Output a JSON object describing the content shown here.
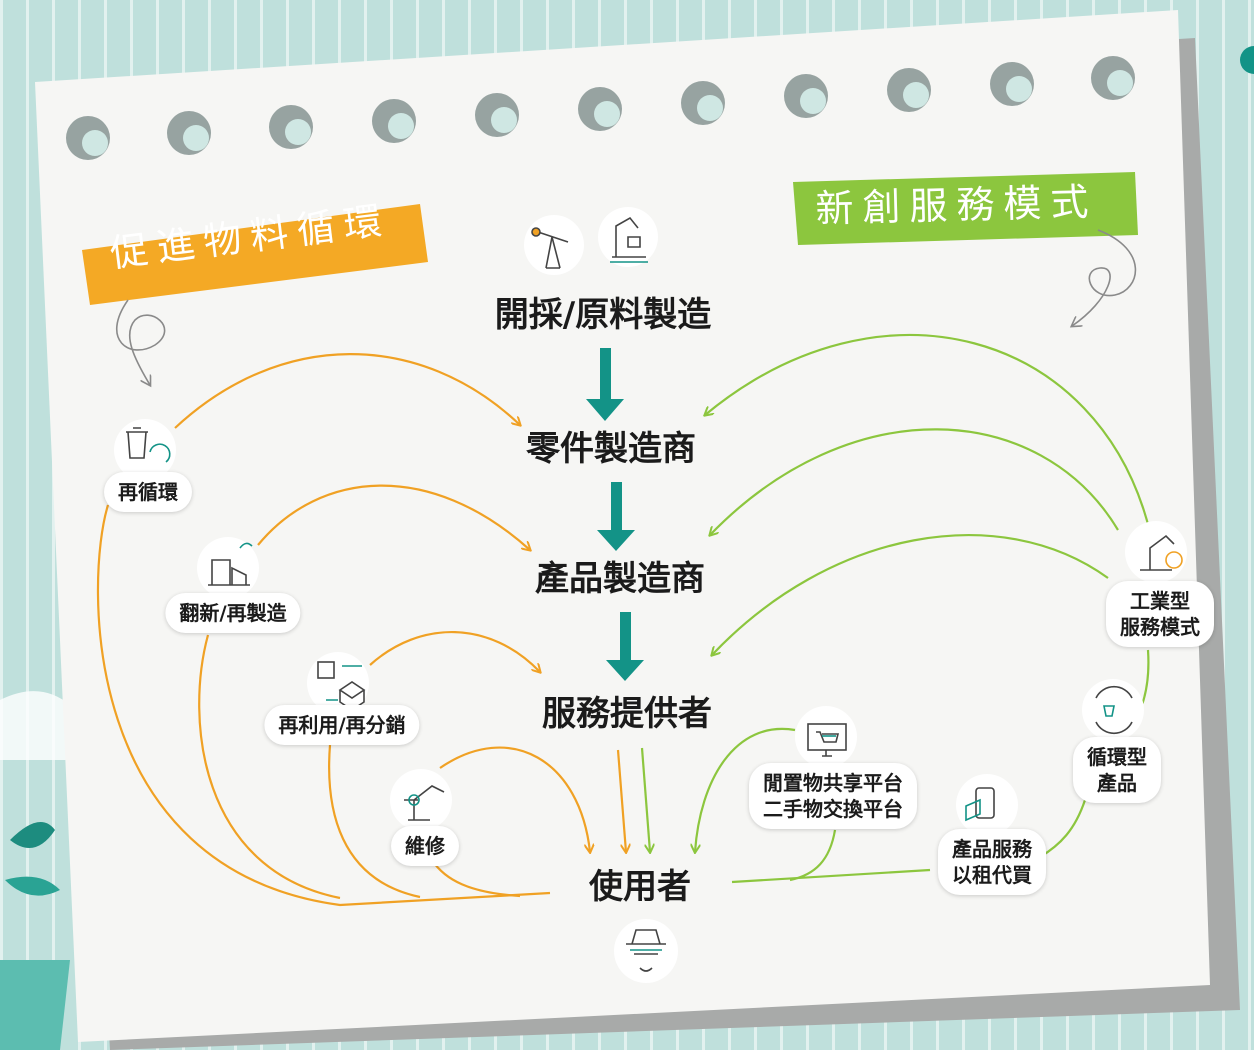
{
  "tags": {
    "left": "促進物料循環",
    "right": "新創服務模式"
  },
  "main_chain": {
    "mining": "開採/原料製造",
    "parts": "零件製造商",
    "product": "產品製造商",
    "service": "服務提供者",
    "user": "使用者"
  },
  "left_labels": {
    "recycle": "再循環",
    "remanufacture": "翻新/再製造",
    "reuse": "再利用/再分銷",
    "repair": "維修"
  },
  "right_labels": {
    "industrial_line1": "工業型",
    "industrial_line2": "服務模式",
    "circular_line1": "循環型",
    "circular_line2": "產品",
    "sharing_line1": "閒置物共享平台",
    "sharing_line2": "二手物交換平台",
    "product_service_line1": "產品服務",
    "product_service_line2": "以租代買"
  },
  "colors": {
    "orange": "#f0a124",
    "green": "#8cc63e",
    "teal": "#139387",
    "paper": "#f6f6f4",
    "shadow": "#a8aaa9",
    "hole": "#97a3a1"
  }
}
